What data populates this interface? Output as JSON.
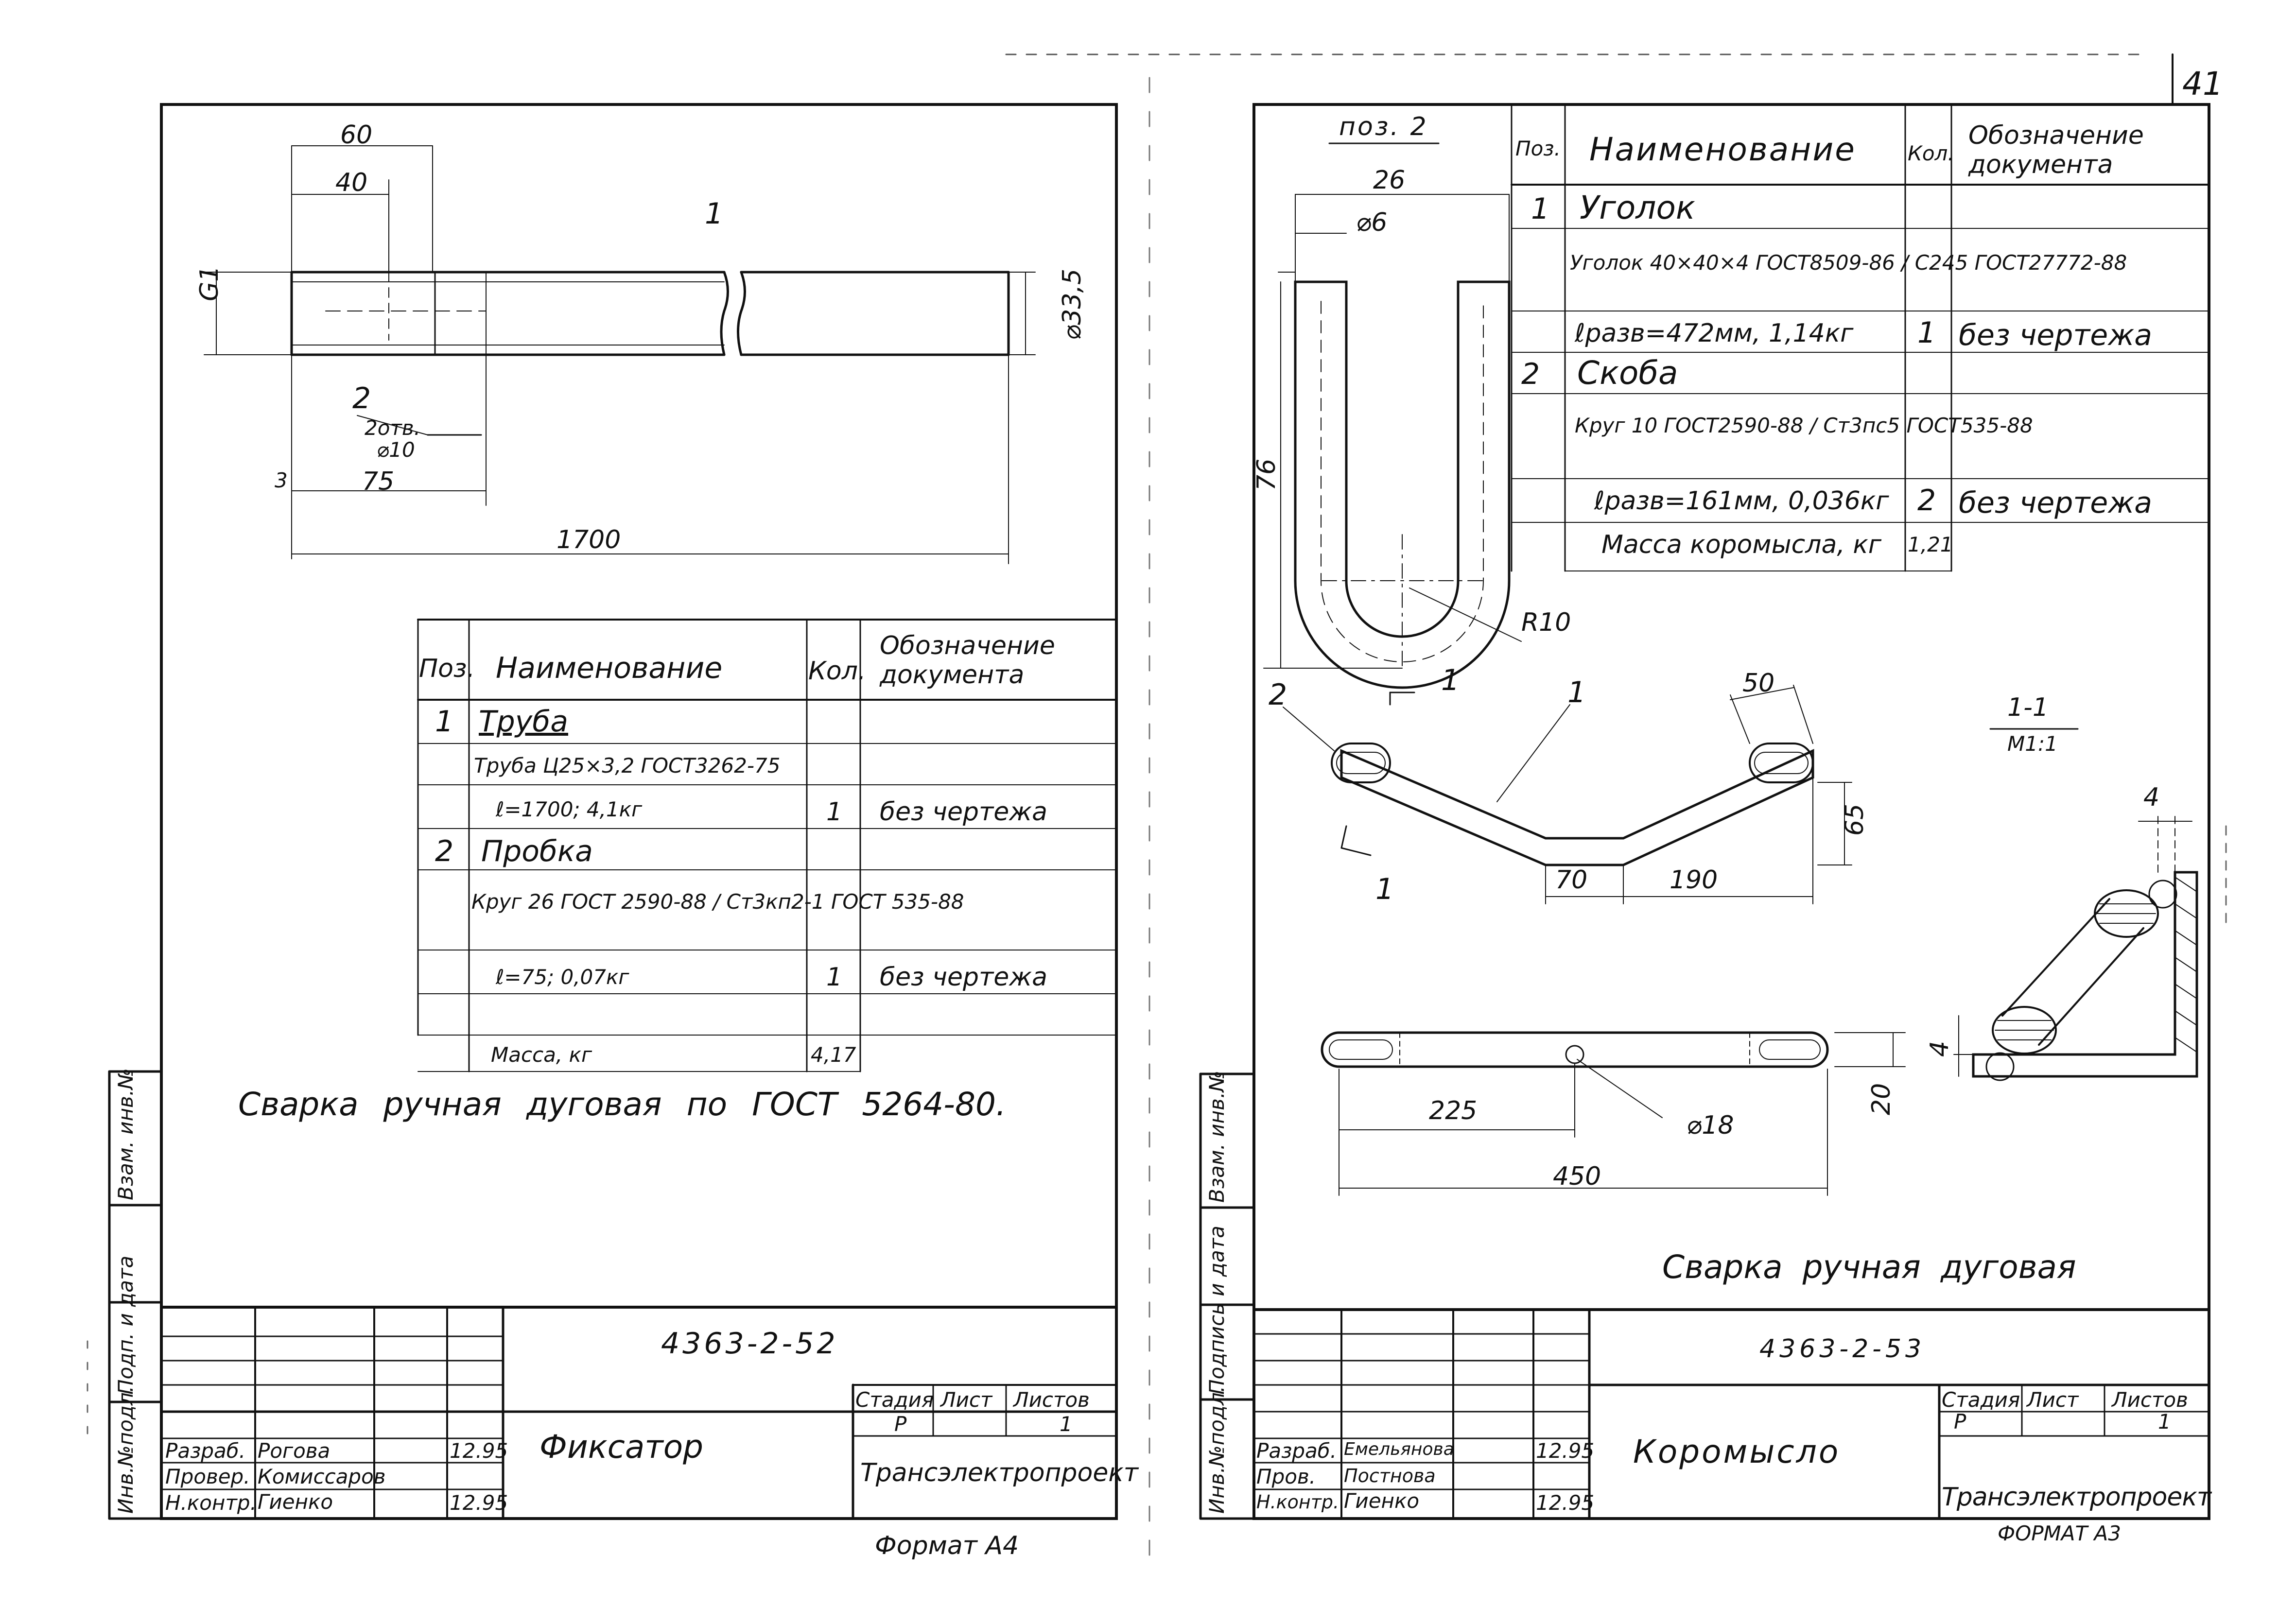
{
  "page_number": "41",
  "left_sheet": {
    "drawing": {
      "pos1_callout": "1",
      "dim_60": "60",
      "dim_40": "40",
      "dim_g1": "G1",
      "dim_d33_5": "⌀33,5",
      "pos2_callout": "2",
      "hole_note": "2отв.",
      "hole_dia": "⌀10",
      "dim_3": "3",
      "dim_75": "75",
      "dim_1700": "1700"
    },
    "spec_table": {
      "headers": {
        "pos": "Поз.",
        "name": "Наименование",
        "qty": "Кол.",
        "doc": "Обозначение документа"
      },
      "rows": [
        {
          "pos": "1",
          "name": "Труба",
          "qty": "",
          "doc": ""
        },
        {
          "pos": "",
          "name": "Труба Ц25×3,2 ГОСТ3262-75",
          "qty": "",
          "doc": ""
        },
        {
          "pos": "",
          "name": "ℓ=1700; 4,1кг",
          "qty": "1",
          "doc": "без чертежа"
        },
        {
          "pos": "2",
          "name": "Пробка",
          "qty": "",
          "doc": ""
        },
        {
          "pos": "",
          "name": "Круг 26 ГОСТ 2590-88 / Ст3кп2-1 ГОСТ 535-88",
          "qty": "",
          "doc": ""
        },
        {
          "pos": "",
          "name": "ℓ=75; 0,07кг",
          "qty": "1",
          "doc": "без чертежа"
        },
        {
          "pos": "",
          "name": "",
          "qty": "",
          "doc": ""
        },
        {
          "pos": "",
          "name": "Масса, кг",
          "qty": "4,17",
          "doc": ""
        }
      ]
    },
    "weld_note": "Сварка ручная дуговая по ГОСТ 5264-80.",
    "side_stamp": [
      "Инв.№подл.",
      "Подп. и дата",
      "Взам. инв.№"
    ],
    "title_block": {
      "doc_number": "4363-2-52",
      "title": "Фиксатор",
      "stage_label": "Стадия",
      "sheet_label": "Лист",
      "sheets_label": "Листов",
      "stage": "Р",
      "sheets": "1",
      "org": "Трансэлектропроект",
      "roles": [
        {
          "role": "Разраб.",
          "name": "Рогова",
          "date": "12.95"
        },
        {
          "role": "Провер.",
          "name": "Комиссаров",
          "date": ""
        },
        {
          "role": "Н.контр.",
          "name": "Гиенко",
          "date": "12.95"
        }
      ]
    },
    "format": "Формат А4"
  },
  "right_sheet": {
    "drawing": {
      "pos2_label": "поз. 2",
      "dim_26": "26",
      "dim_d6": "⌀6",
      "dim_76": "76",
      "dim_r10": "R10",
      "callout_2": "2",
      "callout_1": "1",
      "section_mark": "1",
      "dim_50": "50",
      "dim_65": "65",
      "dim_70": "70",
      "dim_190": "190",
      "section_title": "1-1",
      "section_scale": "М1:1",
      "dim_4a": "4",
      "dim_4b": "4",
      "dim_20": "20",
      "dim_225": "225",
      "dim_450": "450",
      "dim_d18": "⌀18"
    },
    "spec_table": {
      "headers": {
        "pos": "Поз.",
        "name": "Наименование",
        "qty": "Кол.",
        "doc": "Обозначение документа"
      },
      "rows": [
        {
          "pos": "1",
          "name": "Уголок",
          "qty": "",
          "doc": ""
        },
        {
          "pos": "",
          "name": "Уголок 40×40×4 ГОСТ8509-86 / С245 ГОСТ27772-88",
          "qty": "",
          "doc": ""
        },
        {
          "pos": "",
          "name": "ℓразв=472мм, 1,14кг",
          "qty": "1",
          "doc": "без чертежа"
        },
        {
          "pos": "2",
          "name": "Скоба",
          "qty": "",
          "doc": ""
        },
        {
          "pos": "",
          "name": "Круг 10 ГОСТ2590-88 / Ст3пс5 ГОСТ535-88",
          "qty": "",
          "doc": ""
        },
        {
          "pos": "",
          "name": "ℓразв=161мм, 0,036кг",
          "qty": "2",
          "doc": "без чертежа"
        },
        {
          "pos": "",
          "name": "Масса коромысла, кг",
          "qty": "1,21",
          "doc": ""
        }
      ]
    },
    "weld_note": "Сварка ручная дуговая",
    "side_stamp": [
      "Инв.№подл.",
      "Подпись и дата",
      "Взам. инв.№"
    ],
    "title_block": {
      "doc_number": "4363-2-53",
      "title": "Коромысло",
      "stage_label": "Стадия",
      "sheet_label": "Лист",
      "sheets_label": "Листов",
      "stage": "Р",
      "sheets": "1",
      "org": "Трансэлектропроект",
      "roles": [
        {
          "role": "Разраб.",
          "name": "Емельянова",
          "date": "12.95"
        },
        {
          "role": "Пров.",
          "name": "Постнова",
          "date": ""
        },
        {
          "role": "Н.контр.",
          "name": "Гиенко",
          "date": "12.95"
        }
      ]
    },
    "format": "ФОРМАТ А3"
  }
}
